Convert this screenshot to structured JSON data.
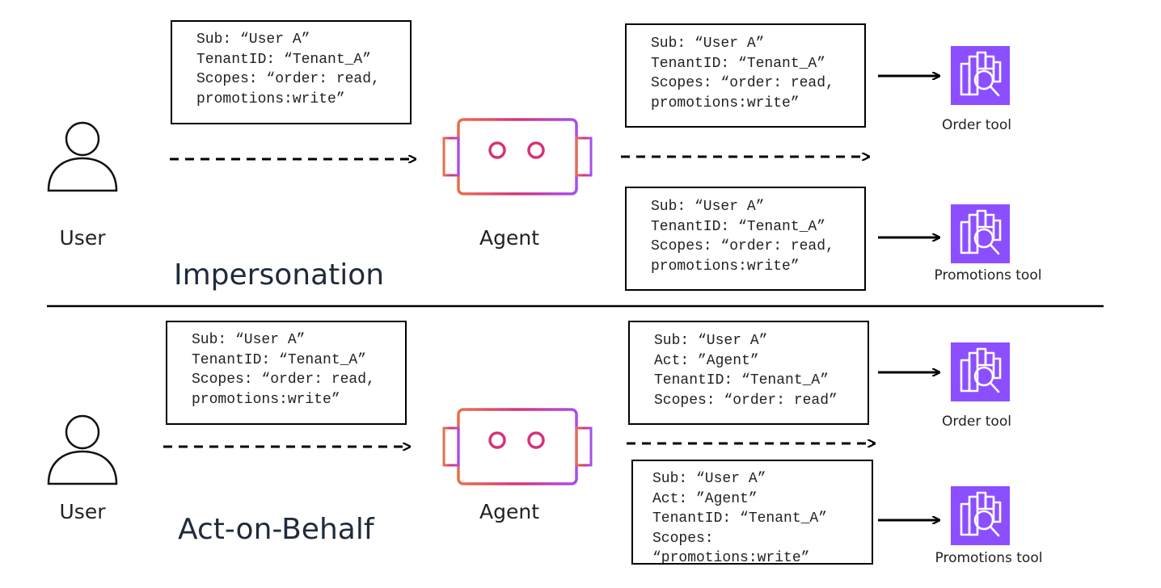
{
  "impersonation": {
    "title": "Impersonation",
    "user_label": "User",
    "agent_label": "Agent",
    "user_token": [
      "Sub: “User A”",
      "TenantID: “Tenant_A”",
      "Scopes: “order: read,",
      "promotions:write”"
    ],
    "order_token": [
      "Sub: “User A”",
      "TenantID: “Tenant_A”",
      "Scopes: “order: read,",
      "promotions:write”"
    ],
    "promotions_token": [
      "Sub: “User A”",
      "TenantID: “Tenant_A”",
      "Scopes: “order: read,",
      "promotions:write”"
    ],
    "order_tool_label": "Order tool",
    "promotions_tool_label": "Promotions tool"
  },
  "act_on_behalf": {
    "title": "Act-on-Behalf",
    "user_label": "User",
    "agent_label": "Agent",
    "user_token": [
      "Sub: “User A”",
      "TenantID: “Tenant_A”",
      "Scopes: “order: read,",
      "promotions:write”"
    ],
    "order_token": [
      "Sub: “User A”",
      "Act: ”Agent”",
      "TenantID: “Tenant_A”",
      "Scopes: “order: read”"
    ],
    "promotions_token": [
      "Sub: “User A”",
      "Act: ”Agent”",
      "TenantID: “Tenant_A”",
      "Scopes:",
      "“promotions:write”"
    ],
    "order_tool_label": "Order tool",
    "promotions_tool_label": "Promotions tool"
  },
  "colors": {
    "tool_icon_bg": "#8c4fff",
    "agent_gradient_start": "#e8704a",
    "agent_gradient_mid": "#d6327a",
    "agent_gradient_end": "#a64ef0",
    "line": "#000000"
  },
  "icons": {
    "user": "person-outline-icon",
    "agent": "robot-face-icon",
    "tool": "chart-magnifier-icon"
  }
}
